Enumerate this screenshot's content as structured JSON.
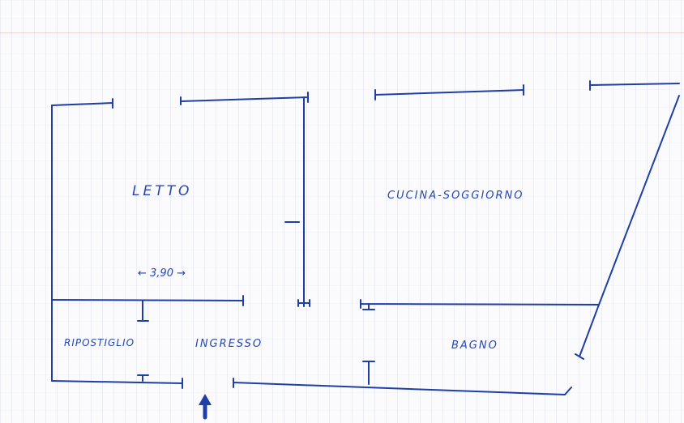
{
  "rooms": {
    "letto": "LETTO",
    "cucina_soggiorno": "CUCINA-SOGGIORNO",
    "ripostiglio": "RIPOSTIGLIO",
    "ingresso": "INGRESSO",
    "bagno": "BAGNO"
  },
  "dimension": "← 3,90 →",
  "colors": {
    "ink": "#1f3fa8",
    "paper": "#fbfbfd"
  },
  "icons": {
    "entrance": "arrow-up-icon"
  }
}
